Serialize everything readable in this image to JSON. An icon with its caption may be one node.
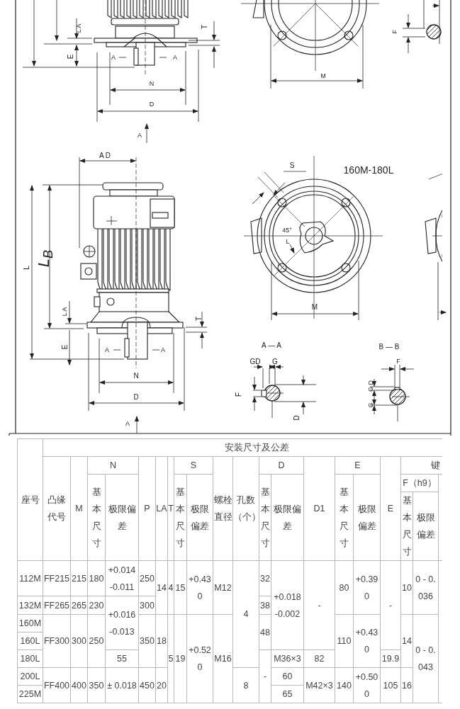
{
  "diagram": {
    "labels": [
      "L A",
      "T",
      "E",
      "A",
      "A",
      "N",
      "D",
      "A",
      "M",
      "F",
      "A D",
      "L",
      "L$_{B}$",
      "L A",
      "T",
      "E",
      "A",
      "A",
      "N",
      "D",
      "A",
      "S",
      "160M-180L",
      "45°",
      "L",
      "M",
      "A — A",
      "GD",
      "G",
      "F",
      "D",
      "B — B",
      "F",
      "G D",
      "G",
      "座号",
      "安装尺寸及公差",
      "凸缘代号",
      "M",
      "N",
      "P",
      "LA",
      "T",
      "S",
      "螺栓直径",
      "孔数（个）",
      "D",
      "D1",
      "E",
      "E",
      "键",
      "基本尺寸",
      "极限偏差",
      "基本尺寸",
      "极限偏差",
      "基本尺寸",
      "极限偏差",
      "基本尺寸",
      "极限偏差",
      "F（h9）",
      "基本尺寸",
      "极限偏差",
      "112M",
      "FF215",
      "215",
      "180",
      "+0.014 -0.011",
      "250",
      "14",
      "4",
      "15",
      "+0.43 0",
      "M12",
      "4",
      "32",
      "+0.018 -0.002",
      "-",
      "80",
      "+0.39 0",
      "-",
      "10",
      "0 - 0.036",
      "132M",
      "FF265",
      "265",
      "230",
      "+0.016 -0.013",
      "300",
      "38",
      "160M",
      "FF300",
      "300",
      "250",
      "350",
      "18",
      "5",
      "19",
      "+0.52 0",
      "M16",
      "48",
      "110",
      "+0.43 0",
      "14",
      "0 - 0.043",
      "160L",
      "180L",
      "55",
      "-",
      "M36×3",
      "82",
      "19.9",
      "200L",
      "FF400",
      "400",
      "350",
      "± 0.018",
      "450",
      "20",
      "8",
      "60",
      "M42×3",
      "140",
      "+0.50 0",
      "105",
      "16",
      "225M",
      "65"
    ]
  }
}
